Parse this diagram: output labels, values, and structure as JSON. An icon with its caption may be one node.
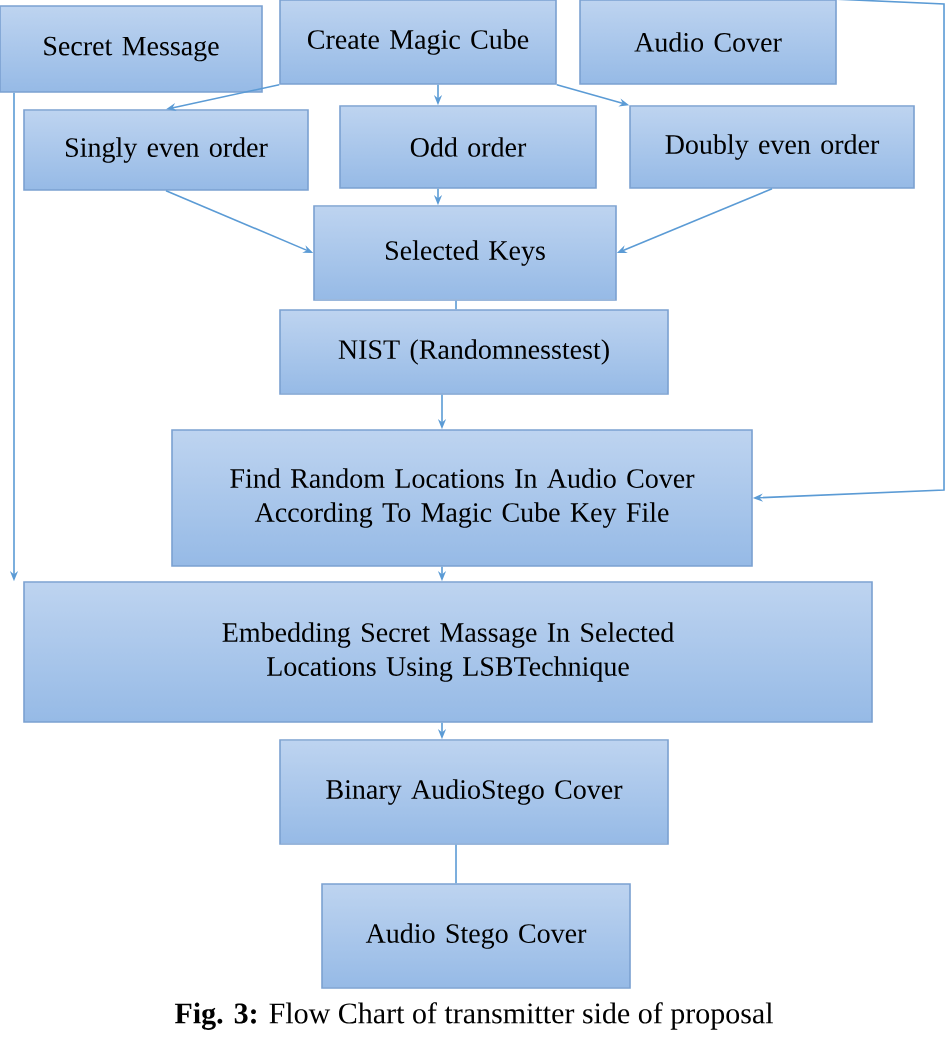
{
  "diagram": {
    "caption": "**Fig. 3:** Flow Chart of transmitter side of proposal",
    "nodes": [
      {
        "text": [
          "Secret Message"
        ]
      },
      {
        "text": [
          "Create Magic Cube"
        ]
      },
      {
        "text": [
          "Audio Cover"
        ]
      },
      {
        "text": [
          "Singly even order"
        ]
      },
      {
        "text": [
          "Odd order"
        ]
      },
      {
        "text": [
          "Doubly even order"
        ]
      },
      {
        "text": [
          "Selected  Keys"
        ]
      },
      {
        "text": [
          "NIST (Randomnesstest)"
        ]
      },
      {
        "text": [
          "Find Random Locations In Audio Cover According To Magic Cube Key File"
        ]
      },
      {
        "text": [
          "Embedding Secret  Massage  In Selected  Locations Using LSBTechnique"
        ]
      },
      {
        "text": [
          "Binary  AudioStego Cover"
        ]
      },
      {
        "text": [
          "Audio Stego Cover"
        ]
      }
    ],
    "edges": [
      {
        "from": 1,
        "to": 3,
        "arrow": "to"
      },
      {
        "from": 1,
        "to": 4,
        "arrow": "to"
      },
      {
        "from": 1,
        "to": 5,
        "arrow": "to"
      },
      {
        "from": 3,
        "to": 6,
        "arrow": "to"
      },
      {
        "from": 4,
        "to": 6,
        "arrow": "to"
      },
      {
        "from": 5,
        "to": 6,
        "arrow": "to"
      },
      {
        "from": 6,
        "to": 7,
        "arrow": "none"
      },
      {
        "from": 7,
        "to": 8,
        "arrow": "to"
      },
      {
        "from": 8,
        "to": 9,
        "arrow": "to"
      },
      {
        "from": 0,
        "to": 9,
        "arrow": "to"
      },
      {
        "from": 2,
        "to": 8,
        "arrow": "to"
      },
      {
        "from": 9,
        "to": 10,
        "arrow": "to"
      },
      {
        "from": 10,
        "to": 11,
        "arrow": "none"
      }
    ]
  }
}
